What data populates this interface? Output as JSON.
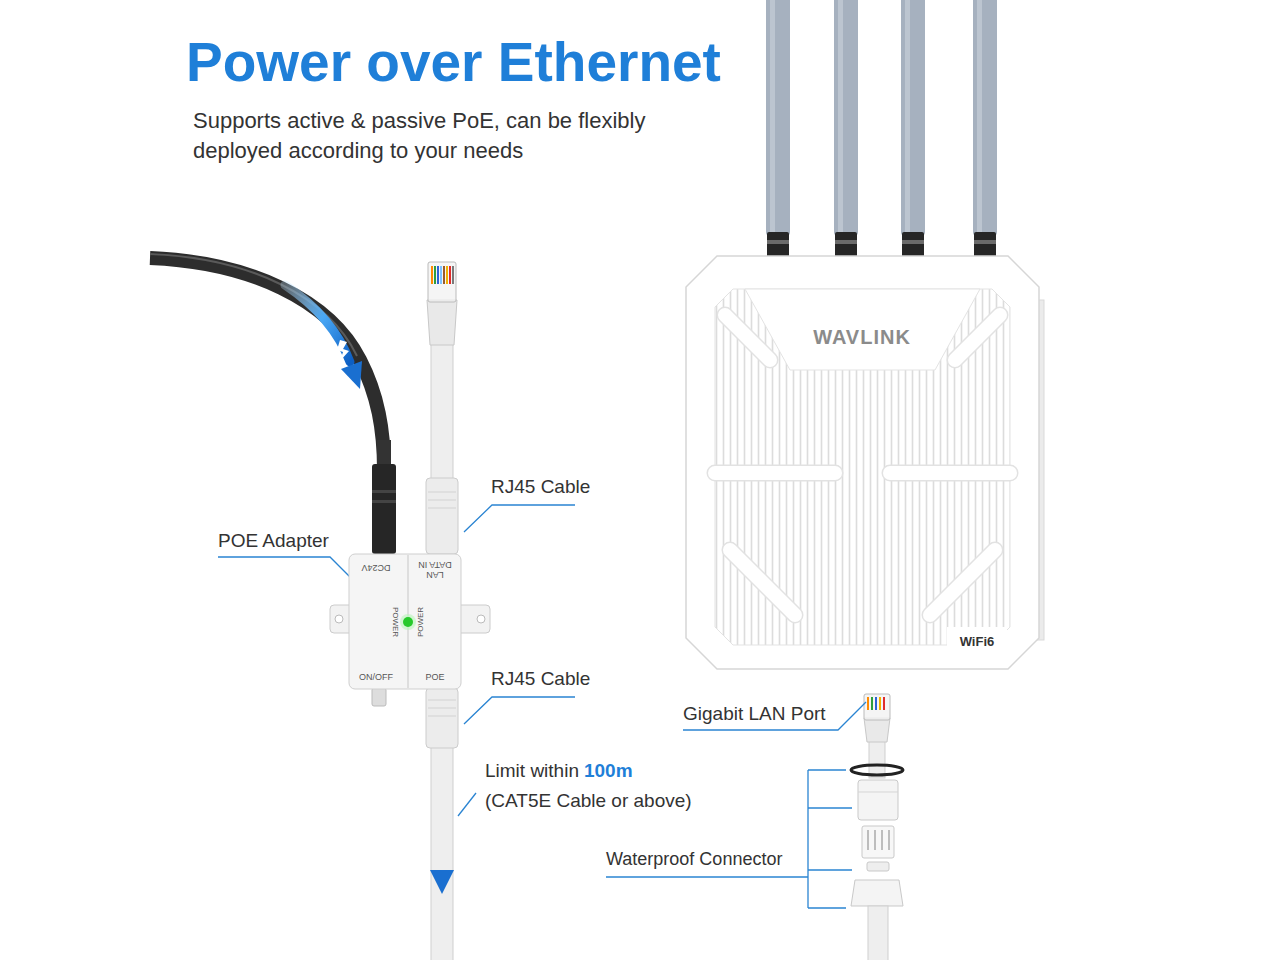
{
  "diagram": {
    "title": "Power over Ethernet",
    "nodes": [
      {
        "text": [
          "DC24V",
          "LAN DATA IN",
          "POWER",
          "POWER",
          "ON/OFF",
          "POE"
        ]
      },
      {
        "text": [
          "WAVLINK",
          "WiFi6"
        ]
      }
    ],
    "labels": [
      "Supports active & passive PoE, can be flexibly deployed according to your needs",
      "POE Adapter",
      "RJ45 Cable",
      "RJ45 Cable",
      "Limit within",
      "100m",
      "(CAT5E Cable or above)",
      "Gigabit LAN Port",
      "Waterproof Connector"
    ]
  }
}
